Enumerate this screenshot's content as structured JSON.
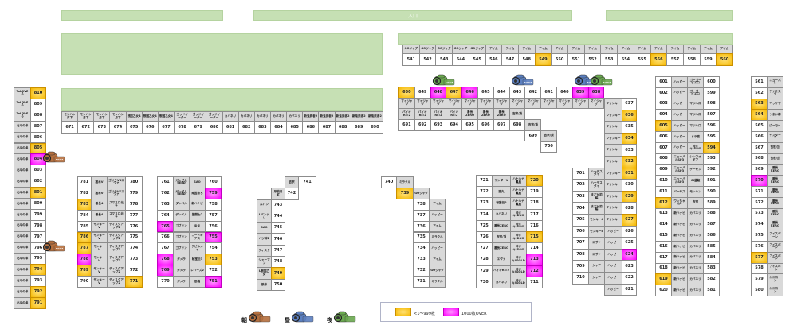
{
  "header": {
    "entrance_label": "入口"
  },
  "legend": {
    "orange_label": "<1～999枚",
    "magenta_label": "1000枚OVER",
    "cameras": [
      {
        "label": "朝",
        "color": "#b5703f"
      },
      {
        "label": "昼",
        "color": "#5b7fc0"
      },
      {
        "label": "夜",
        "color": "#6aa84f"
      }
    ]
  },
  "colors": {
    "area_green": "#c6e0b4",
    "orange": "#f5b800",
    "magenta": "#ff00ff",
    "label_gray": "#d9d9d9"
  },
  "highlights": {
    "orange": [
      "549",
      "556",
      "560",
      "810",
      "805",
      "801",
      "794",
      "792",
      "791",
      "650",
      "647",
      "636",
      "634",
      "632",
      "631",
      "629",
      "627",
      "605",
      "594",
      "612",
      "619",
      "563",
      "564",
      "577",
      "783",
      "786",
      "787",
      "789",
      "771",
      "753",
      "749",
      "739",
      "720",
      "715"
    ],
    "magenta": [
      "648",
      "646",
      "639",
      "638",
      "804",
      "788",
      "759",
      "765",
      "755",
      "768",
      "769",
      "751",
      "713",
      "712",
      "624",
      "570"
    ]
  },
  "cameras_on_map": [
    {
      "machine": "804",
      "shift": 0
    },
    {
      "machine": "796",
      "shift": 0
    },
    {
      "machine": "648",
      "shift": 2
    },
    {
      "machine": "643",
      "shift": 1
    },
    {
      "machine": "639",
      "shift": 1
    },
    {
      "machine": "638",
      "shift": 2
    }
  ],
  "blocks": [
    {
      "id": "b541",
      "rows": [
        [
          "GOジャグ",
          "GOジャグ",
          "GOジャグ",
          "GOジャグ",
          "GOジャグ",
          "アイム",
          "アイム",
          "アイム",
          "アイム",
          "アイム",
          "アイム",
          "アイム",
          "アイム",
          "アイム",
          "アイム",
          "アイム",
          "アイム",
          "アイム",
          "アイム",
          "アイム"
        ],
        [
          "541",
          "542",
          "543",
          "544",
          "545",
          "546",
          "547",
          "548",
          "549",
          "550",
          "551",
          "552",
          "553",
          "554",
          "555",
          "556",
          "557",
          "558",
          "559",
          "560"
        ]
      ]
    },
    {
      "id": "b671",
      "rows": [
        [
          "モンハン月下",
          "モンハン月下",
          "モンハン月下",
          "モンハン月下",
          "戦国乙女4",
          "戦国乙女4",
          "戦国乙女4",
          "ゴッドイーター",
          "ゴッドイーター",
          "ゴッドイーター",
          "カバネリ",
          "カバネリ",
          "カバネリ",
          "カバネリ",
          "カバネリ",
          "新鬼武者2",
          "新鬼武者2",
          "新鬼武者2",
          "新鬼武者2",
          "新鬼武者2"
        ],
        [
          "671",
          "672",
          "673",
          "674",
          "675",
          "676",
          "677",
          "678",
          "679",
          "680",
          "681",
          "682",
          "683",
          "684",
          "685",
          "686",
          "687",
          "688",
          "689",
          "690"
        ]
      ]
    },
    {
      "id": "bleft",
      "rows": [
        [
          "ToLOVEる",
          "810"
        ],
        [
          "ToLOVEる",
          "809"
        ],
        [
          "ToLOVEる",
          "808"
        ],
        [
          "北斗の拳",
          "807"
        ],
        [
          "北斗の拳",
          "806"
        ],
        [
          "北斗の拳",
          "805"
        ],
        [
          "北斗の拳",
          "804"
        ],
        [
          "北斗の拳",
          "803"
        ],
        [
          "北斗の拳",
          "802"
        ],
        [
          "北斗の拳",
          "801"
        ],
        [
          "北斗の拳",
          "800"
        ],
        [
          "北斗の拳",
          "799"
        ],
        [
          "北斗の拳",
          "798"
        ],
        [
          "北斗の拳",
          "797"
        ],
        [
          "北斗の拳",
          "796"
        ],
        [
          "北斗の拳",
          "795"
        ],
        [
          "北斗の拳",
          "794"
        ],
        [
          "北斗の拳",
          "793"
        ],
        [
          "北斗の拳",
          "792"
        ],
        [
          "北斗の拳",
          "791"
        ]
      ]
    },
    {
      "id": "b650",
      "rows": [
        [
          "650",
          "649",
          "648",
          "647",
          "646",
          "645",
          "644",
          "643",
          "642",
          "641",
          "640",
          "639",
          "638"
        ],
        [
          "マイジャグ",
          "マイジャグ",
          "マイジャグ",
          "マイジャグ",
          "マイジャグ",
          "マイジャグ",
          "マイジャグ",
          "マイジャグ",
          "マイジャグ",
          "マイジャグ",
          "マイジャグ",
          "マイジャグ",
          "マイジャグ"
        ],
        [
          "バイオRE:2",
          "バイオRE:2",
          "バイオRE:2",
          "バイオRE:2",
          "番長ZERO",
          "番長ZERO",
          "番長ZERO",
          "吉宗/頂",
          "",
          "",
          "",
          "",
          ""
        ],
        [
          "691",
          "692",
          "693",
          "694",
          "695",
          "696",
          "697",
          "698",
          "吉宗/頂",
          "",
          "",
          "",
          ""
        ],
        [
          "",
          "",
          "",
          "",
          "",
          "",
          "",
          "",
          "699",
          "吉宗/頂",
          "",
          "",
          ""
        ],
        [
          "",
          "",
          "",
          "",
          "",
          "",
          "",
          "",
          "",
          "700",
          "",
          "",
          ""
        ]
      ]
    },
    {
      "id": "bfunky",
      "rows": [
        [
          "",
          "",
          "ファンキー",
          "637"
        ],
        [
          "",
          "",
          "ファンキー",
          "636"
        ],
        [
          "",
          "",
          "ファンキー",
          "635"
        ],
        [
          "",
          "",
          "ファンキー",
          "634"
        ],
        [
          "",
          "",
          "ファンキー",
          "633"
        ],
        [
          "",
          "",
          "ファンキー",
          "632"
        ],
        [
          "701",
          "ハーデスダイ",
          "ファンキー",
          "631"
        ],
        [
          "702",
          "ハーデスダイ",
          "ファンキー",
          "630"
        ],
        [
          "703",
          "まどか前編",
          "ファンキー",
          "629"
        ],
        [
          "704",
          "まどか前編",
          "ファンキー",
          "628"
        ],
        [
          "705",
          "モンキー4",
          "ファンキー",
          "627"
        ],
        [
          "706",
          "モンキー4",
          "ハッピー",
          "626"
        ],
        [
          "707",
          "エヴァ",
          "ハッピー",
          "625"
        ],
        [
          "708",
          "エヴァ",
          "ハッピー",
          "624"
        ],
        [
          "709",
          "シャア",
          "ハッピー",
          "623"
        ],
        [
          "710",
          "シャア",
          "ハッピー",
          "622"
        ],
        [
          "",
          "",
          "ハッピー",
          "621"
        ]
      ]
    },
    {
      "id": "b601",
      "rows": [
        [
          "601",
          "ハッピー",
          "ゴーゴーピエロ",
          "600"
        ],
        [
          "602",
          "ハッピー",
          "ゴーゴーピエロ",
          "599"
        ],
        [
          "603",
          "ハッピー",
          "マジハロ",
          "598"
        ],
        [
          "604",
          "ハッピー",
          "マジハロ",
          "597"
        ],
        [
          "605",
          "ハッピー",
          "マジハロ",
          "596"
        ],
        [
          "606",
          "ハッピー",
          "ドラ猫",
          "595"
        ],
        [
          "607",
          "ハッピー",
          "沖ドキ!DUO",
          "594"
        ],
        [
          "608",
          "ニューパルSP3",
          "シンフォギア",
          "593"
        ],
        [
          "609",
          "ニューパルSP3",
          "ゲーセン",
          "592"
        ],
        [
          "610",
          "ニューパルSP3",
          "GI優駿",
          "591"
        ],
        [
          "611",
          "バーサス",
          "モンハン",
          "590"
        ],
        [
          "612",
          "ワンちゃん2",
          "吉宗",
          "589"
        ],
        [
          "613",
          "新ハナビ",
          "カバネリ",
          "588"
        ],
        [
          "614",
          "新ハナビ",
          "カバネリ",
          "587"
        ],
        [
          "615",
          "新ハナビ",
          "カバネリ",
          "586"
        ],
        [
          "616",
          "新ハナビ",
          "カバネリ",
          "585"
        ],
        [
          "617",
          "新ハナビ",
          "カバネリ",
          "584"
        ],
        [
          "618",
          "新ハナビ",
          "カバネリ",
          "583"
        ],
        [
          "619",
          "新ハナビ",
          "カバネリ",
          "582"
        ],
        [
          "620",
          "新ハナビ",
          "カバネリ",
          "581"
        ]
      ]
    },
    {
      "id": "b561",
      "rows": [
        [
          "561",
          "ニューパル"
        ],
        [
          "562",
          "ファミスタ"
        ],
        [
          "563",
          "マッサマ"
        ],
        [
          "564",
          "うまい棒"
        ],
        [
          "565",
          "ぱーでぃ"
        ],
        [
          "566",
          "サンダーV"
        ],
        [
          "567",
          "吉宗/頂"
        ],
        [
          "568",
          "吉宗/頂"
        ],
        [
          "569",
          "番長ZERO"
        ],
        [
          "570",
          "番長ZERO"
        ],
        [
          "571",
          "番長ZERO"
        ],
        [
          "572",
          "番長ZERO"
        ],
        [
          "573",
          "番長ZERO"
        ],
        [
          "574",
          "番長ZERO"
        ],
        [
          "575",
          "アイスボーン"
        ],
        [
          "576",
          "アイスボーン"
        ],
        [
          "577",
          "アイスボーン"
        ],
        [
          "578",
          "アイスボーン"
        ],
        [
          "579",
          "ユニコーン"
        ],
        [
          "580",
          "ユニコーン"
        ]
      ]
    },
    {
      "id": "b781",
      "rows": [
        [
          "781",
          "猪木V",
          "ゴジラVSエヴァ",
          "780"
        ],
        [
          "782",
          "猪木V",
          "ゴジラVSエヴァ",
          "779"
        ],
        [
          "783",
          "番長4",
          "スマスロ北斗",
          "778"
        ],
        [
          "784",
          "番長4",
          "スマスロ北斗",
          "777"
        ],
        [
          "785",
          "モンキーV",
          "ディスクアップ2",
          "776"
        ],
        [
          "786",
          "モンキーV",
          "ディスクアップ2",
          "775"
        ],
        [
          "787",
          "モンキーV",
          "ディスクアップ2",
          "774"
        ],
        [
          "788",
          "モンキーV",
          "ディスクアップ2",
          "773"
        ],
        [
          "789",
          "モンキーV",
          "ディスクアップ2",
          "772"
        ],
        [
          "790",
          "モンキーV",
          "ディスクアップ2",
          "771"
        ]
      ]
    },
    {
      "id": "b761",
      "rows": [
        [
          "761",
          "ガンダムSEED",
          "SAO",
          "760"
        ],
        [
          "762",
          "ガンダムSEED",
          "南国育ち",
          "759"
        ],
        [
          "763",
          "ダンベル",
          "新ハナビ",
          "758"
        ],
        [
          "764",
          "ダンベル",
          "聖闘士2",
          "757"
        ],
        [
          "765",
          "ゴブリン",
          "炎炎",
          "756"
        ],
        [
          "766",
          "ゴブリン",
          "コードギアス",
          "755"
        ],
        [
          "767",
          "ゴブリン",
          "デビルメイ",
          "754"
        ],
        [
          "768",
          "ガメラ",
          "秘宝伝3",
          "753"
        ],
        [
          "769",
          "ガメラ",
          "レバーズ2",
          "752"
        ],
        [
          "770",
          "ガメラ",
          "忍魂",
          "751"
        ]
      ]
    },
    {
      "id": "b741",
      "rows": [
        [
          "",
          "",
          "吉宗",
          "741"
        ],
        [
          "",
          "牙狼月虹",
          "742",
          ""
        ],
        [
          "ルパン",
          "743",
          "",
          ""
        ],
        [
          "Lバンドリ",
          "744",
          "",
          ""
        ],
        [
          "SAO",
          "745",
          "",
          ""
        ],
        [
          "バジ絆2",
          "746",
          "",
          ""
        ],
        [
          "ディスク",
          "747",
          "",
          ""
        ],
        [
          "シャーマン",
          "748",
          "",
          ""
        ],
        [
          "L戦国乙女",
          "749",
          "",
          ""
        ],
        [
          "鉄拳",
          "750",
          "",
          ""
        ]
      ]
    },
    {
      "id": "b740",
      "rows": [
        [
          "740",
          "ミラクル",
          "",
          ""
        ],
        [
          "",
          "739",
          "GOジャグ",
          ""
        ],
        [
          "",
          "",
          "738",
          "アイム"
        ],
        [
          "",
          "",
          "737",
          "ハッピー"
        ],
        [
          "",
          "",
          "736",
          "アイム"
        ],
        [
          "",
          "",
          "735",
          "ミラクル"
        ],
        [
          "",
          "",
          "734",
          "ハッピー"
        ],
        [
          "",
          "",
          "733",
          "アイム"
        ],
        [
          "",
          "",
          "732",
          "GOジャグ"
        ],
        [
          "",
          "",
          "731",
          "ミラクル"
        ]
      ]
    },
    {
      "id": "b721",
      "rows": [
        [
          "721",
          "サンダーV",
          "ハナハナ鳳凰",
          "720"
        ],
        [
          "722",
          "猫丸",
          "ハナハナ鳳凰",
          "719"
        ],
        [
          "723",
          "秘宝伝2",
          "ハナハナ鳳凰",
          "718"
        ],
        [
          "724",
          "カバネリ",
          "沖ドキ!DUO",
          "717"
        ],
        [
          "725",
          "番長ZERO",
          "沖ドキ!DUO",
          "716"
        ],
        [
          "726",
          "吉宗/頂",
          "沖ドキ!DUO",
          "715"
        ],
        [
          "727",
          "番長ZERO",
          "沖ドキ!DUO",
          "714"
        ],
        [
          "728",
          "エヴァ",
          "沖ドキ!GOLD",
          "713"
        ],
        [
          "729",
          "バイオRE:2",
          "沖ドキ!GOLD",
          "712"
        ],
        [
          "730",
          "カバネリ",
          "沖ドキ!GOLD",
          "711"
        ]
      ]
    }
  ]
}
